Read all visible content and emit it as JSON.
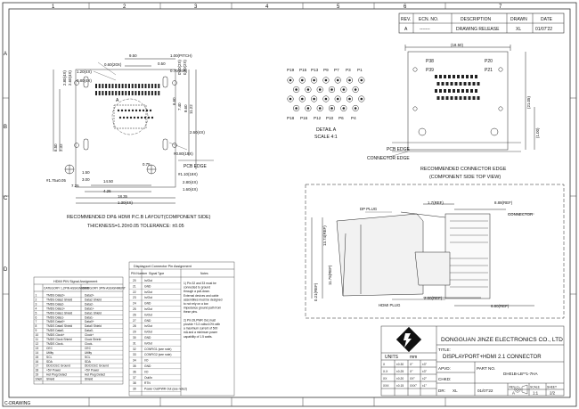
{
  "border": {
    "cols": [
      "1",
      "2",
      "3",
      "4",
      "5",
      "6",
      "7"
    ],
    "rows": [
      "A",
      "B",
      "C",
      "D"
    ]
  },
  "revision": {
    "headers": [
      "REV.",
      "ECN. NO.",
      "DESCRIPTION",
      "DRAWN",
      "DATE"
    ],
    "row": [
      "A",
      "-------",
      "DRAWING RELEASE",
      "XL",
      "01/07'22"
    ]
  },
  "pcb_layout": {
    "label_a": "A",
    "dims": [
      "9.50",
      "1.00(PITCH)",
      "0.50",
      "0.60(20X)",
      "0.70(20X)",
      "1.20(4X)",
      "0.80(4X)",
      "2.80(4X)",
      "2.60(4X)",
      "0.60(2X)",
      "0.80(2X)",
      "6.60",
      "7.40",
      "8.60",
      "11.22",
      "6.50",
      "2.32",
      "0.25",
      "0.75",
      "1.50",
      "3.00",
      "7.25",
      "4.25",
      "14.50",
      "18.35",
      "1.30(4X)",
      "2.60(4X)",
      "#1.75±0.05"
    ],
    "note_hole": "#0.80(19X)",
    "pcb_edge": "PCB EDGE",
    "note_holes2": "#1.10(19X)",
    "dim_280": "2.80(4X)",
    "dim_160": "1.60(4X)",
    "caption1": "RECOMMENDED DP& HDMI P.C.B LAYOUT(COMPONENT SIDE)",
    "caption2": "THICKNESS=1.20±0.05 TOLERANCE: ±0.05"
  },
  "detail": {
    "top_pins": [
      "P19",
      "P15",
      "P13",
      "P9",
      "P7",
      "P3",
      "P1"
    ],
    "bottom_pins": [
      "P18",
      "P16",
      "P12",
      "P10",
      "P6",
      "P4"
    ],
    "title": "DETAIL A",
    "scale": "SCALE 4:1"
  },
  "edge_view": {
    "width": "(18.50)",
    "p_labels": [
      "P38",
      "P20",
      "P39",
      "P21"
    ],
    "side1": "(21.05)",
    "side2": "(1.00)",
    "pcb_edge": "PCB EDGE",
    "connector_edge": "CONNECTOR EDGE",
    "caption1": "RECOMMENDED CONNECTOR EDGE",
    "caption2": "(COMPONENT SIDE TOP VIEW)"
  },
  "side_view": {
    "dp_plug": "DP PLUG",
    "dim_17": "1.7(REF)",
    "dim_888": "8.88(REF)",
    "connector": "CONNECTOR",
    "dim_1374": "13.74(REF)",
    "dim_1175": "11.75(REF)",
    "dim_021": "0.21(REF)",
    "dim_200": "2.00(REF)",
    "dim_680": "6.80(REF)",
    "hdmi_plug": "HDMI PLUG"
  },
  "hdmi_table": {
    "title": "HDMI PIN Signal Assignment",
    "headers": [
      "CATEGORY 1,2PIN ASSIGNMENT",
      "CATEGORY 3PIN ASSIGNMENT"
    ],
    "rows": [
      [
        "1",
        "TMDS Data2+",
        "Data2+"
      ],
      [
        "2",
        "TMDS Data2 Shield",
        "Data2 Shield"
      ],
      [
        "3",
        "TMDS Data2-",
        "Data2-"
      ],
      [
        "4",
        "TMDS Data1+",
        "Data1+"
      ],
      [
        "5",
        "TMDS Data1 Shield",
        "Data1 Shield"
      ],
      [
        "6",
        "TMDS Data1-",
        "Data1-"
      ],
      [
        "7",
        "TMDS Data0+",
        "Data0+"
      ],
      [
        "8",
        "TMDS Data0 Shield",
        "Data0 Shield"
      ],
      [
        "9",
        "TMDS Data0-",
        "Data0-"
      ],
      [
        "10",
        "TMDS Clock+",
        "Clock+"
      ],
      [
        "11",
        "TMDS Clock Shield",
        "Clock Shield"
      ],
      [
        "12",
        "TMDS Clock-",
        "Clock-"
      ],
      [
        "13",
        "CEC",
        "CEC"
      ],
      [
        "14",
        "Utility",
        "Utility"
      ],
      [
        "15",
        "SCL",
        "SCL"
      ],
      [
        "16",
        "SDA",
        "SDA"
      ],
      [
        "17",
        "DDC/CEC Ground",
        "DDC/CEC Ground"
      ],
      [
        "18",
        "+5V Power",
        "+5V Power"
      ],
      [
        "19",
        "Hot Plug Detect",
        "Hot Plug Detect"
      ],
      [
        "Shell",
        "Shield",
        "Shield"
      ]
    ]
  },
  "dp_table": {
    "title": "Displayport Connector Pin Assignment",
    "headers": [
      "PIN Number",
      "Signal Type",
      "Notes"
    ],
    "rows": [
      [
        "20",
        "In/Out"
      ],
      [
        "21",
        "GND"
      ],
      [
        "22",
        "In/Out"
      ],
      [
        "23",
        "In/Out"
      ],
      [
        "24",
        "GND"
      ],
      [
        "25",
        "In/Out"
      ],
      [
        "26",
        "In/Out"
      ],
      [
        "27",
        "GND"
      ],
      [
        "28",
        "In/Out"
      ],
      [
        "29",
        "In/Out"
      ],
      [
        "30",
        "GND"
      ],
      [
        "31",
        "In/Out"
      ],
      [
        "32",
        "CONFIG1 (see note)"
      ],
      [
        "33",
        "CONFIG2 (see note)"
      ],
      [
        "34",
        "I/O"
      ],
      [
        "35",
        "GND"
      ],
      [
        "36",
        "I/O"
      ],
      [
        "37",
        "Out/In"
      ],
      [
        "38",
        "RTN"
      ],
      [
        "39",
        "Power Out/PWR Out (see note2)"
      ]
    ],
    "notes": [
      "1) Pin 32 and 33 must be",
      "connected to ground",
      "through a pull-down.",
      "External devices and cable",
      "assemblies must be designed",
      "to not rely on a low",
      "impedance ground path from",
      "these pins.",
      "",
      "2) Pin 39,PWR Out,must",
      "provide +3.3 volts±10% with",
      "a maximum current of 500",
      "mA and a minimum power",
      "capability of 1.5 watts."
    ]
  },
  "title_block": {
    "company": "DONGGUAN JINZE ELECTRONICS CO., LTD",
    "title_label": "TITLE:",
    "title": "DISPLAYPORT+HDMI 2.1 CONNECTOR",
    "units_label": "UNITS",
    "units": "mm",
    "tolerances": [
      [
        "X",
        "±0.30",
        "X°",
        "±3°"
      ],
      [
        "X.X",
        "±0.25",
        "X°",
        "±3°"
      ],
      [
        "XX",
        "±0.20",
        "XX°",
        "±2°"
      ],
      [
        "XXX",
        "±0.15",
        "XXX°",
        "±1°"
      ]
    ],
    "apvd": "APVD:",
    "chkd": "CHKD:",
    "dr": "DR:",
    "dr_name": "XL",
    "dr_date": "01/07'22",
    "part_no_label": "PART NO.",
    "part_no": "DH01B-LB**1-7HA",
    "scale_label": "SCALE",
    "sheet_label": "SHEET",
    "rev_label": "REV.",
    "scale": "1:1",
    "sheet": "2/2",
    "rev": "A"
  },
  "footer": "C-DRAWING"
}
